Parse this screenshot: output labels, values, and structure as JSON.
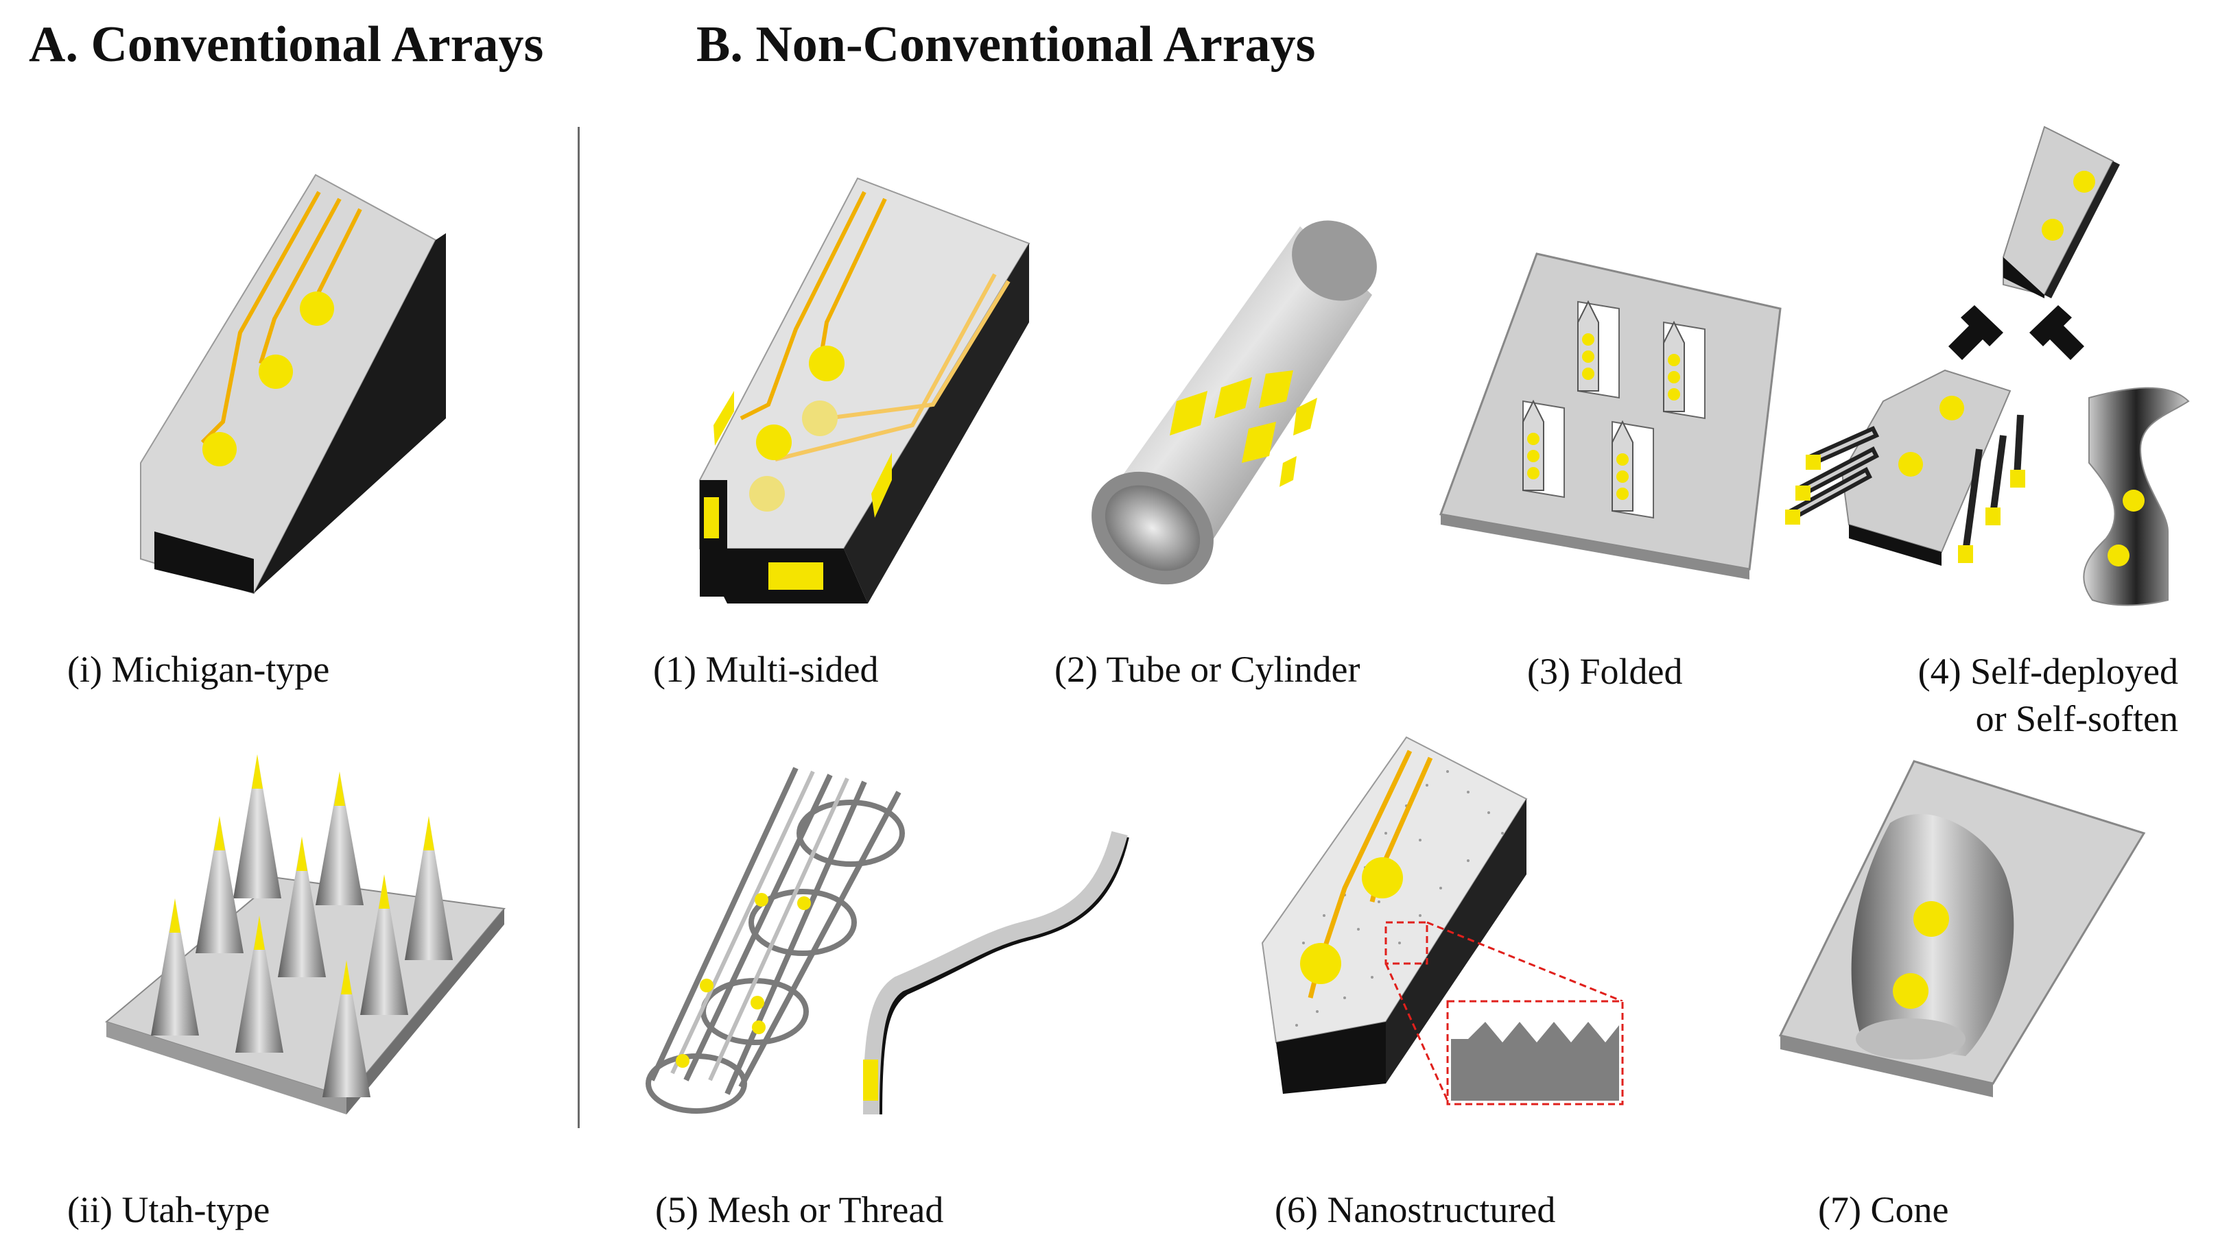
{
  "section_a": {
    "heading": "A. Conventional Arrays",
    "items": [
      {
        "label": "(i) Michigan-type"
      },
      {
        "label": "(ii) Utah-type"
      }
    ]
  },
  "section_b": {
    "heading": "B. Non-Conventional Arrays",
    "items": [
      {
        "label": "(1) Multi-sided"
      },
      {
        "label": "(2) Tube or Cylinder"
      },
      {
        "label": "(3) Folded"
      },
      {
        "label_line1": "(4) Self-deployed",
        "label_line2": "or Self-soften"
      },
      {
        "label": "(5) Mesh or Thread"
      },
      {
        "label": "(6) Nanostructured"
      },
      {
        "label": "(7) Cone"
      }
    ]
  },
  "colors": {
    "electrode": "#f5e400",
    "trace": "#f0b000",
    "shank_face": "#d6d6d6",
    "shank_dark": "#151515",
    "inset_border": "#e0201c"
  }
}
